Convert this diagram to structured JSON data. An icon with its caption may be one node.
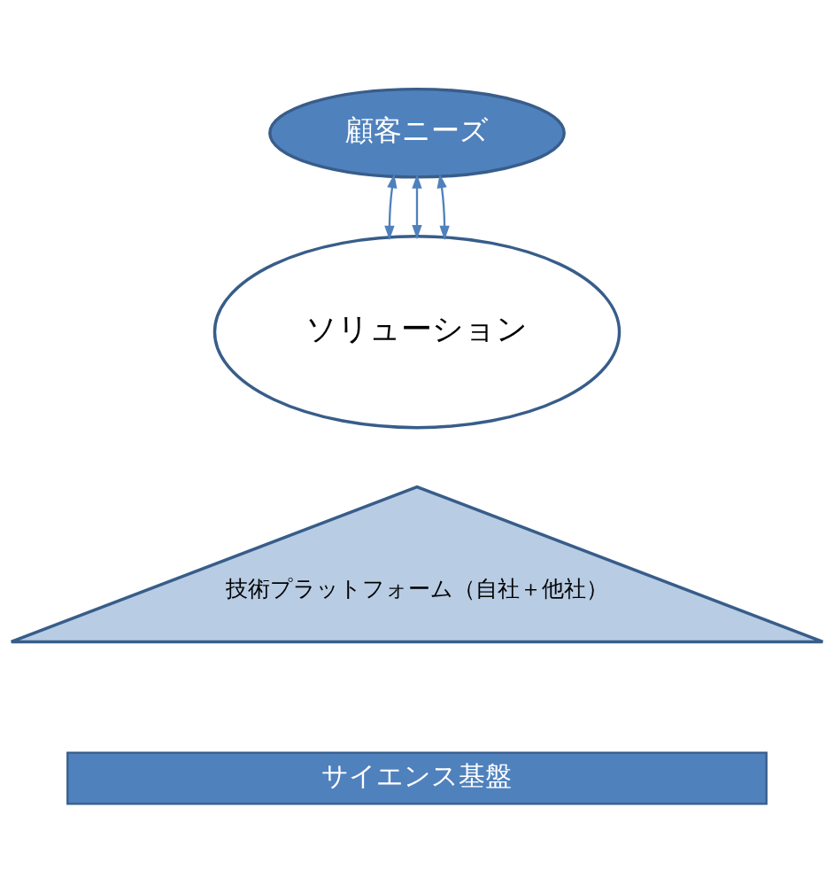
{
  "diagram": {
    "nodes": [
      {
        "text": [
          "顧客ニーズ"
        ]
      },
      {
        "text": [
          "ソリューション"
        ]
      },
      {
        "text": [
          "技術プラットフォーム（自社＋他社）"
        ]
      },
      {
        "text": [
          "サイエンス基盤"
        ]
      }
    ],
    "edges": [
      {
        "from": 0,
        "to": 1,
        "arrow": "both"
      },
      {
        "from": 0,
        "to": 1,
        "arrow": "both"
      },
      {
        "from": 0,
        "to": 1,
        "arrow": "both"
      }
    ]
  }
}
